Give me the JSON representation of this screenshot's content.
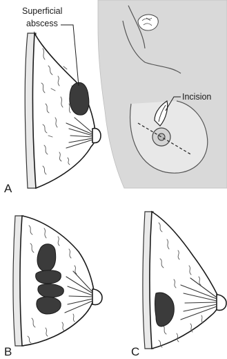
{
  "labels": {
    "panel_a": "A",
    "panel_b": "B",
    "panel_c": "C",
    "superficial_line1": "Superficial",
    "superficial_line2": "abscess",
    "incision": "Incision"
  },
  "colors": {
    "abscess_fill": "#3b3b3b",
    "skin_shading": "#d9d9d9",
    "outline": "#1a1a1a"
  }
}
